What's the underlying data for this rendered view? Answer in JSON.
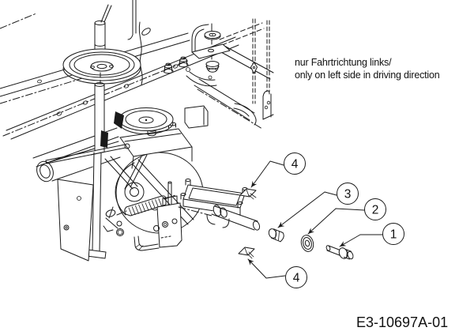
{
  "annotation": {
    "line1": "nur Fahrtrichtung links/",
    "line2": "only on left side in driving direction"
  },
  "drawing_number": "E3-10697A-01",
  "callouts": [
    {
      "id": "callout-4-upper",
      "label": "4"
    },
    {
      "id": "callout-3",
      "label": "3"
    },
    {
      "id": "callout-2",
      "label": "2"
    },
    {
      "id": "callout-1",
      "label": "1"
    },
    {
      "id": "callout-4-lower",
      "label": "4"
    }
  ],
  "colors": {
    "background": "#ffffff",
    "line": "#1a1a1a",
    "callout_fill": "#ffffff",
    "text": "#111111"
  }
}
